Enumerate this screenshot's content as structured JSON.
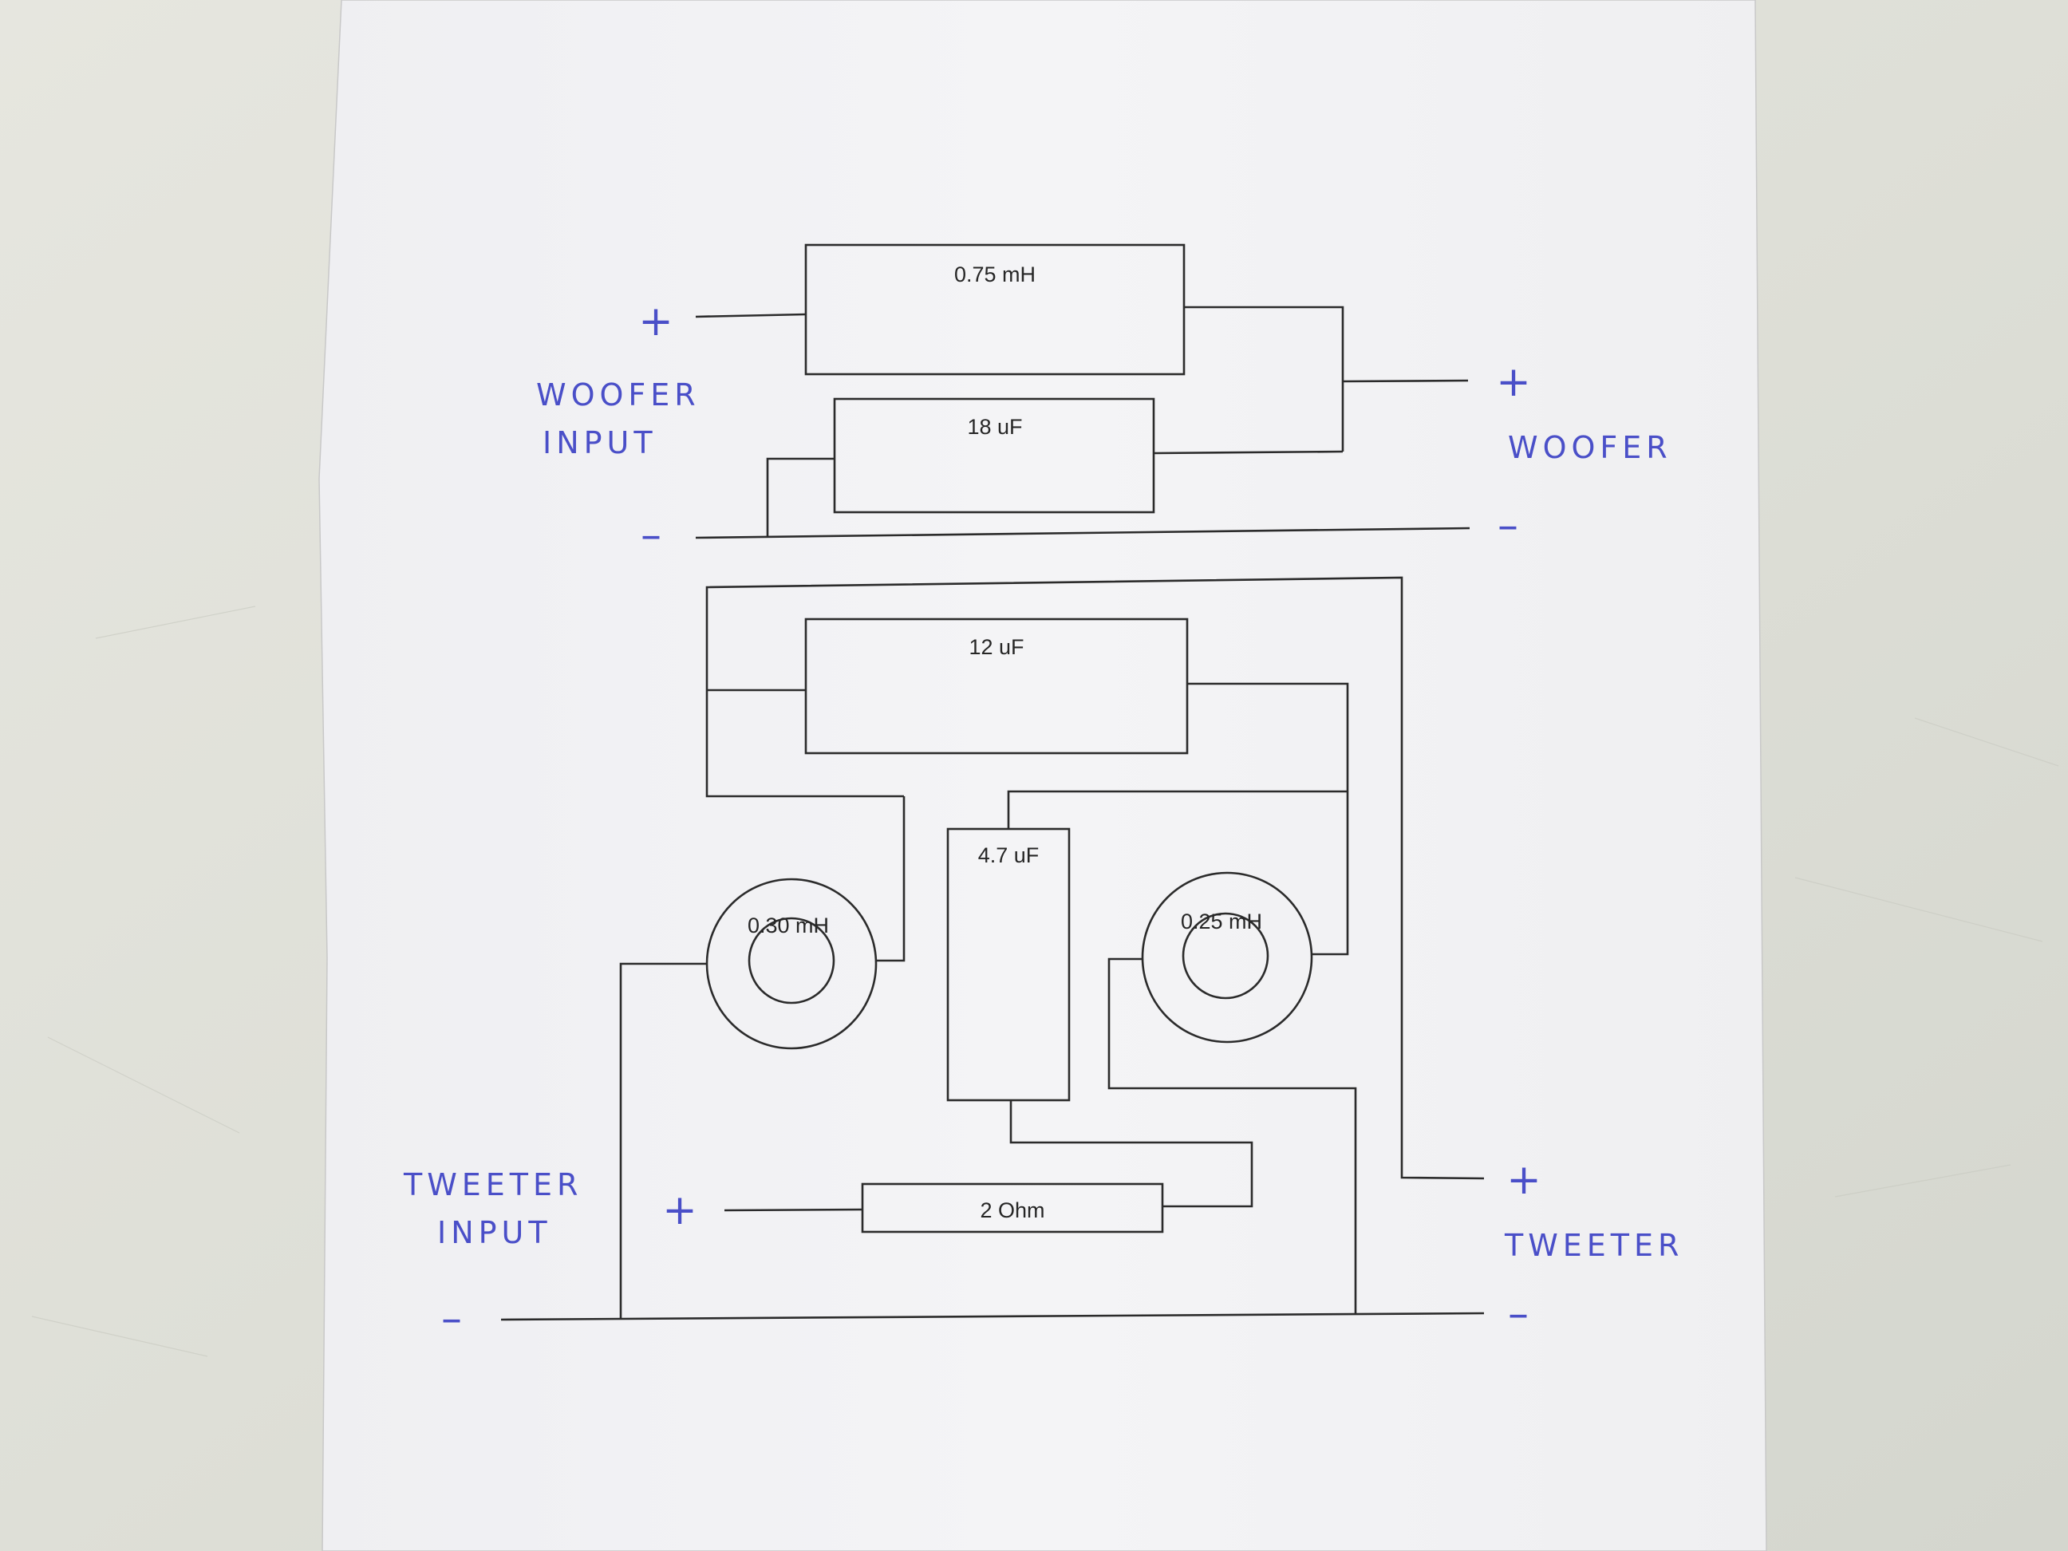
{
  "diagram": {
    "components": {
      "woofer_inductor": "0.75 mH",
      "woofer_capacitor": "18 uF",
      "tweeter_capacitor_main": "12 uF",
      "tweeter_capacitor_small": "4.7 uF",
      "tweeter_inductor_left": "0.30 mH",
      "tweeter_inductor_right": "0.25 mH",
      "tweeter_resistor": "2 Ohm"
    },
    "handwritten": {
      "woofer_input_line1": "WOOFER",
      "woofer_input_line2": "INPUT",
      "woofer_output": "WOOFER",
      "tweeter_input_line1": "TWEETER",
      "tweeter_input_line2": "INPUT",
      "tweeter_output": "TWEETER",
      "plus": "+",
      "minus": "–"
    },
    "colors": {
      "ink": "#4a4fc8",
      "print": "#262626",
      "paper": "#f3f3f5",
      "table": "#e3e3dd"
    }
  }
}
